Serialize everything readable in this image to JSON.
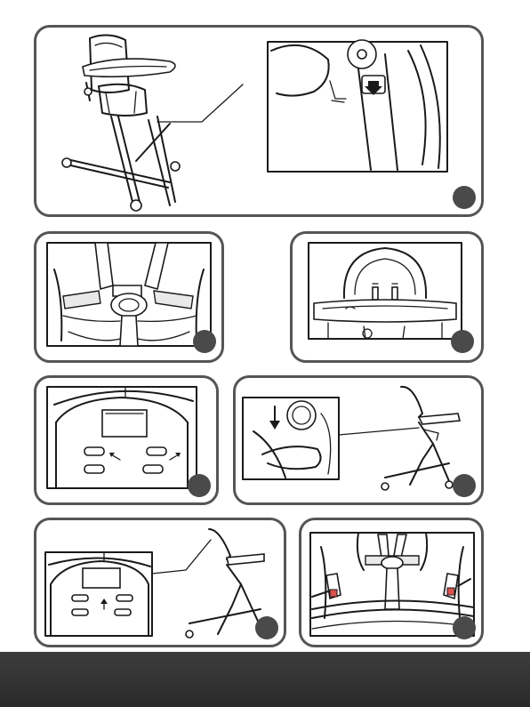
{
  "page": {
    "background": "#ffffff",
    "panel_border_color": "#555555",
    "badge_color": "#4a4a4a",
    "footer_color": "#333333",
    "highlight_color": "#d9534f"
  },
  "panels": [
    {
      "id": "step-1",
      "content": "high-chair-overview-with-detail-zoom",
      "badge": ""
    },
    {
      "id": "step-2",
      "content": "harness-buckle-detail",
      "badge": ""
    },
    {
      "id": "step-3",
      "content": "tray-attached-front-view",
      "badge": ""
    },
    {
      "id": "step-4",
      "content": "seat-back-slots-closeup",
      "badge": ""
    },
    {
      "id": "step-5",
      "content": "chair-side-with-release-lever-zoom",
      "badge": ""
    },
    {
      "id": "step-6",
      "content": "chair-side-with-seat-back-zoom",
      "badge": ""
    },
    {
      "id": "step-7",
      "content": "harness-hip-anchors-highlighted",
      "badge": ""
    }
  ]
}
